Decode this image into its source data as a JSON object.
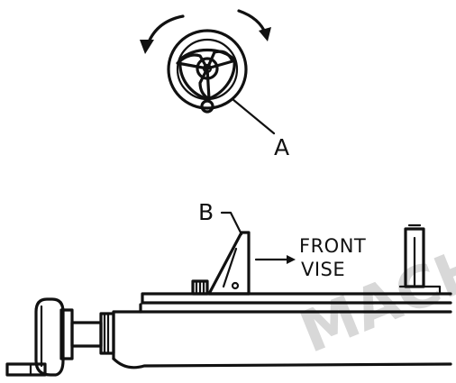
{
  "labels": {
    "handwheel_callout": "A",
    "bracket_callout": "B",
    "direction_line1": "FRONT",
    "direction_line2": "VISE"
  },
  "watermark": "MACH",
  "colors": {
    "ink": "#111111",
    "paper": "#ffffff",
    "watermark": "#d8d8d8"
  },
  "icons": {
    "rotation_left": "curved-arrow-counterclockwise-icon",
    "rotation_right": "curved-arrow-clockwise-icon",
    "direction_arrow": "right-arrow-icon"
  }
}
